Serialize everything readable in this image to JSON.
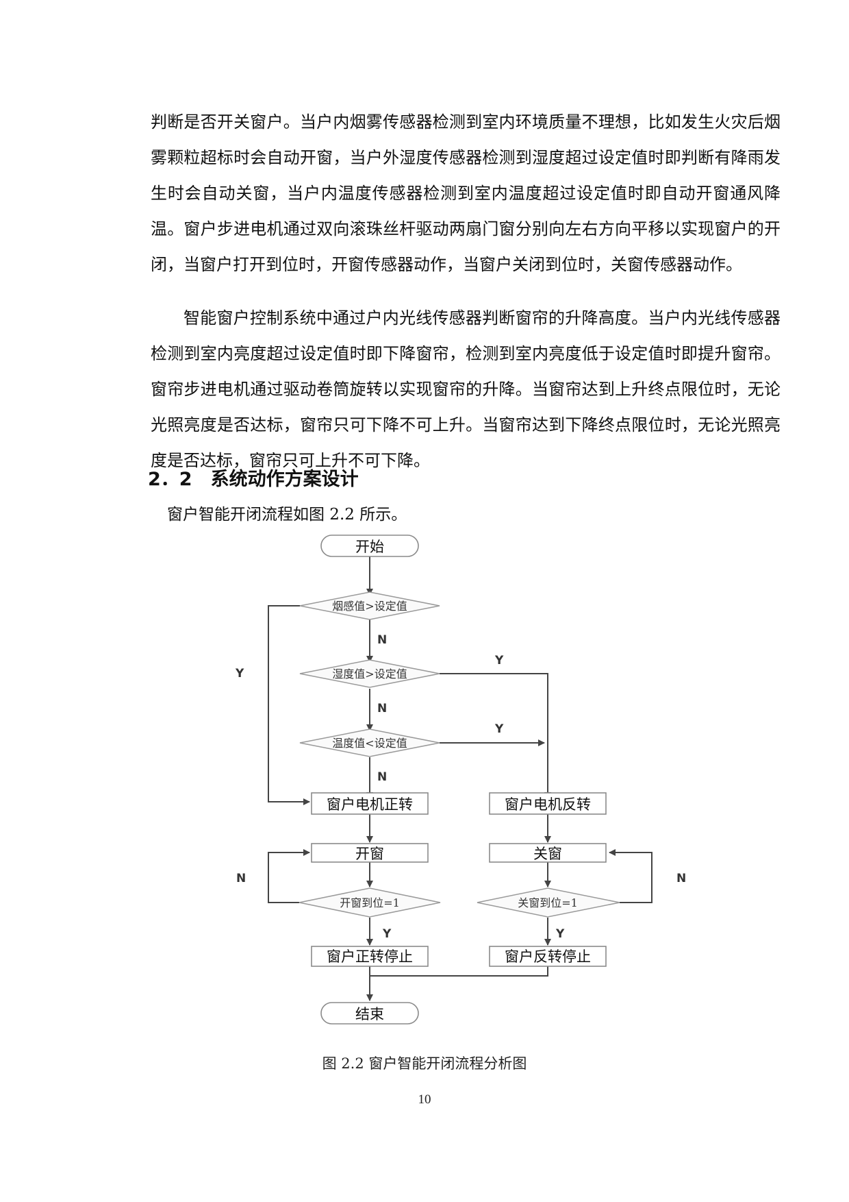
{
  "paragraphs": [
    "判断是否开关窗户。当户内烟雾传感器检测到室内环境质量不理想，比如发生火灾后烟雾颗粒超标时会自动开窗，当户外湿度传感器检测到湿度超过设定值时即判断有降雨发生时会自动关窗，当户内温度传感器检测到室内温度超过设定值时即自动开窗通风降温。窗户步进电机通过双向滚珠丝杆驱动两扇门窗分别向左右方向平移以实现窗户的开闭，当窗户打开到位时，开窗传感器动作，当窗户关闭到位时，关窗传感器动作。",
    "智能窗户控制系统中通过户内光线传感器判断窗帘的升降高度。当户内光线传感器检测到室内亮度超过设定值时即下降窗帘，检测到室内亮度低于设定值时即提升窗帘。窗帘步进电机通过驱动卷筒旋转以实现窗帘的升降。当窗帘达到上升终点限位时，无论光照亮度是否达标，窗帘只可下降不可上升。当窗帘达到下降终点限位时，无论光照亮度是否达标，窗帘只可上升不可下降。"
  ],
  "section_heading": "2．2　系统动作方案设计",
  "intro_text": "窗户智能开闭流程如图 2.2 所示。",
  "flowchart": {
    "start": "开始",
    "smoke_check": "烟感值>设定值",
    "humidity_check": "湿度值>设定值",
    "temp_check": "温度值<设定值",
    "motor_forward": "窗户电机正转",
    "motor_reverse": "窗户电机反转",
    "open_window": "开窗",
    "close_window": "关窗",
    "open_check": "开窗到位=1",
    "close_check": "关窗到位=1",
    "stop_forward": "窗户正转停止",
    "stop_reverse": "窗户反转停止",
    "end": "结束",
    "label_y": "Y",
    "label_n": "N"
  },
  "caption": "图 2.2 窗户智能开闭流程分析图",
  "page_number": "10"
}
